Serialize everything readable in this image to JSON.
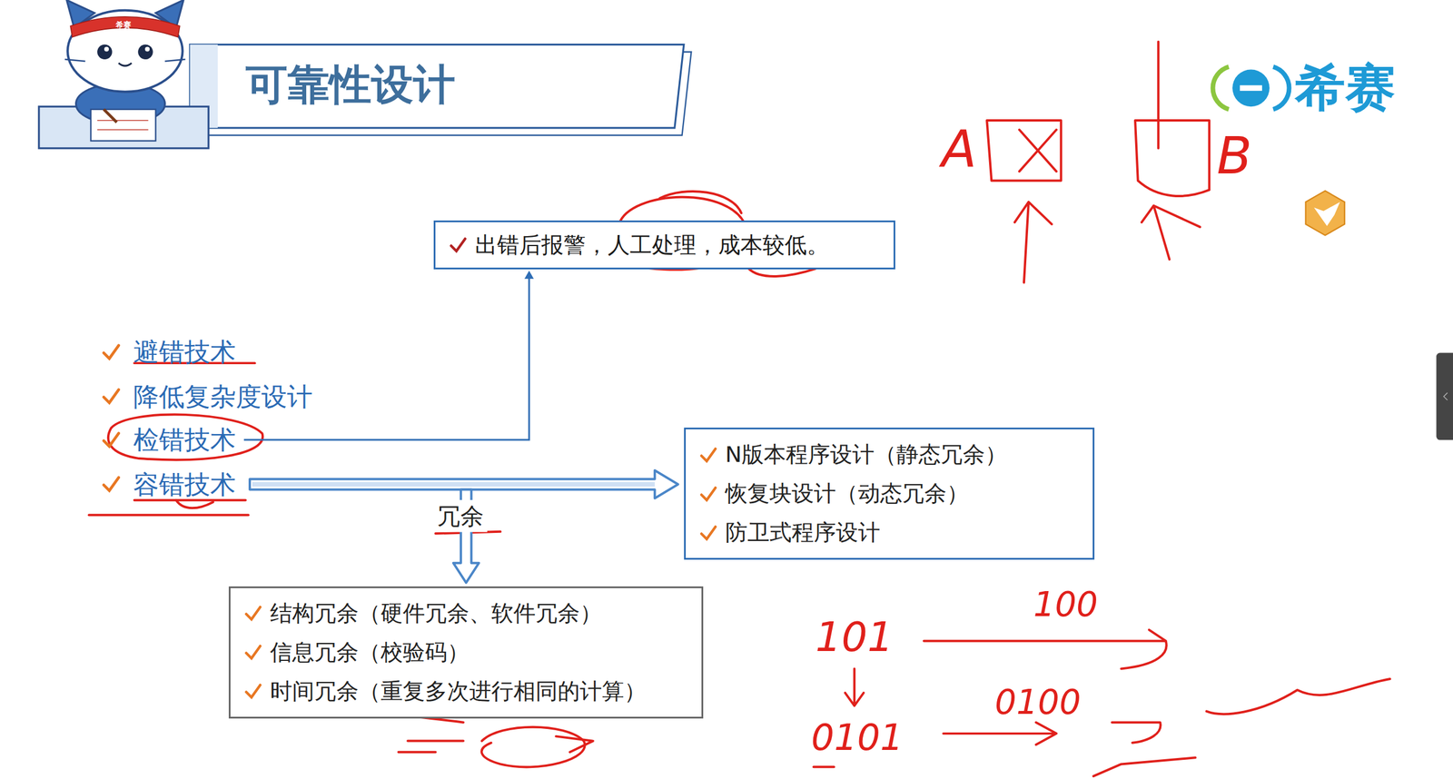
{
  "diagram": {
    "title": "可靠性设计",
    "nodes": [
      {
        "text": [
          "出错后报警，人工处理，成本较低。"
        ]
      },
      {
        "text": [
          "避错技术"
        ]
      },
      {
        "text": [
          "降低复杂度设计"
        ]
      },
      {
        "text": [
          "检错技术"
        ]
      },
      {
        "text": [
          "容错技术"
        ]
      },
      {
        "text": [
          "N版本程序设计（静态冗余）",
          "恢复块设计（动态冗余）",
          "防卫式程序设计"
        ]
      },
      {
        "text": [
          "结构冗余（硬件冗余、软件冗余）",
          "信息冗余（校验码）",
          "时间冗余（重复多次进行相同的计算）"
        ]
      }
    ],
    "edges": [
      {
        "from": 3,
        "to": 0,
        "arrow": "to"
      },
      {
        "from": 4,
        "to": 5,
        "arrow": "to"
      },
      {
        "from": 4,
        "to": 6,
        "label": "冗余",
        "arrow": "to"
      }
    ],
    "labels": [
      "希赛",
      "希赛",
      "A",
      "B",
      "101",
      "100",
      "0101",
      "0100"
    ]
  }
}
